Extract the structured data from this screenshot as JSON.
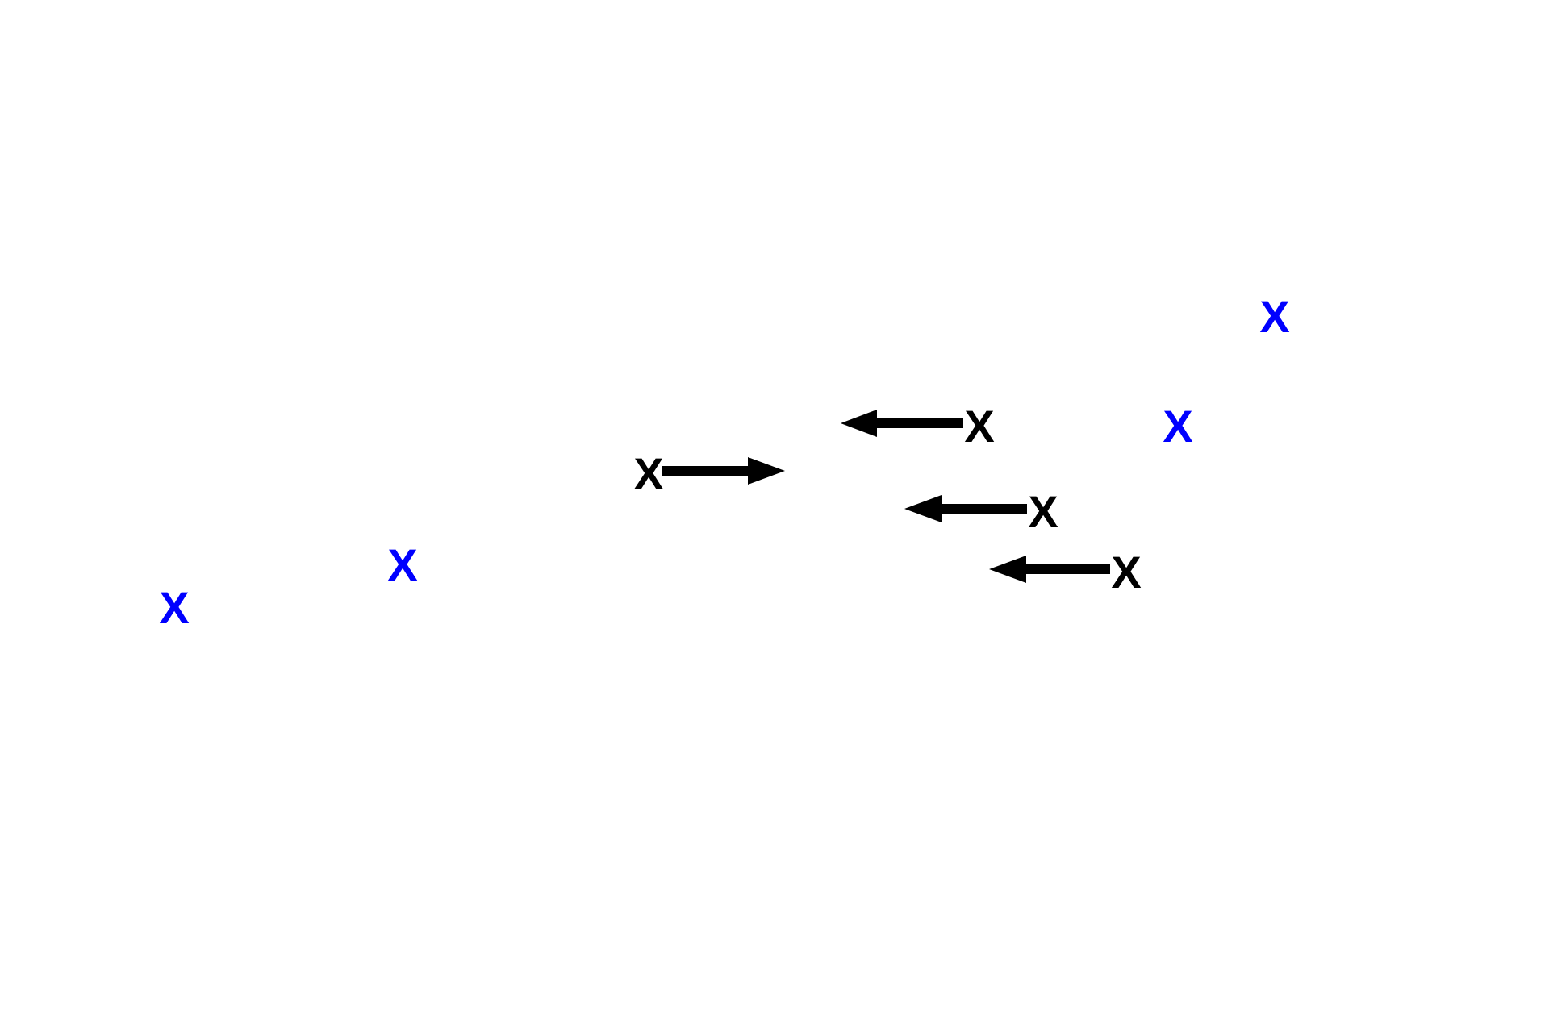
{
  "diagram": {
    "colors": {
      "background": "#ffffff",
      "arrow": "#000000",
      "moving_marker": "#000000",
      "static_marker": "#0000ff"
    },
    "moving_markers": [
      {
        "label": "X",
        "arrow_direction": "right"
      },
      {
        "label": "X",
        "arrow_direction": "left"
      },
      {
        "label": "X",
        "arrow_direction": "left"
      },
      {
        "label": "X",
        "arrow_direction": "left"
      }
    ],
    "static_markers": [
      {
        "label": "X"
      },
      {
        "label": "X"
      },
      {
        "label": "X"
      },
      {
        "label": "X"
      }
    ]
  }
}
